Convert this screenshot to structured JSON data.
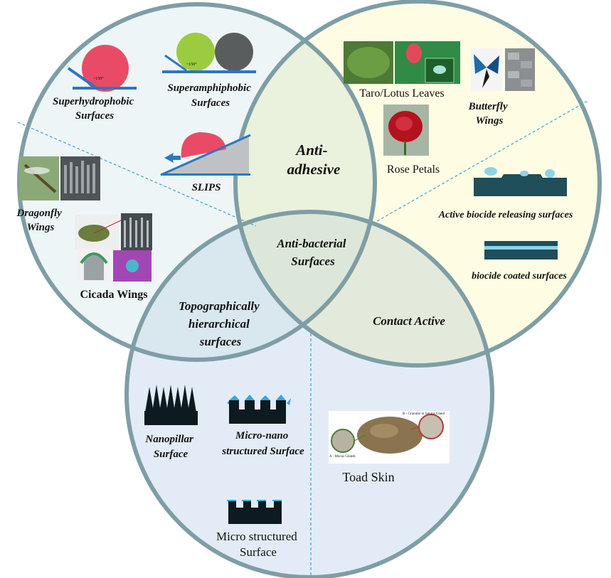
{
  "colors": {
    "circle_outline": "#7e9ea6",
    "left_fill": "#eef5f6",
    "right_fill": "#fefde4",
    "bottom_fill": "#e3ecf6",
    "dashed_line": "#3aa7d6",
    "drop_red": "#e94b66",
    "drop_green": "#9bcc3f",
    "drop_gray": "#5a5d5e",
    "surface_blue": "#2a78c0",
    "dark_teal": "#1e4f5a",
    "light_cyan": "#8ed3e6"
  },
  "labels": {
    "superhydrophobic": [
      "Superhydrophobic",
      "Surfaces"
    ],
    "superamphiphobic": [
      "Superamphiphobic",
      "Surfaces"
    ],
    "slips": "SLIPS",
    "anti_adhesive": [
      "Anti-",
      "adhesive"
    ],
    "taro_lotus": "Taro/Lotus  Leaves",
    "butterfly": [
      "Butterfly",
      "Wings"
    ],
    "rose_petals": "Rose Petals",
    "dragonfly": [
      "Dragonfly",
      "Wings"
    ],
    "cicada": "Cicada Wings",
    "active_biocide": "Active biocide releasing surfaces",
    "biocide_coated": "biocide coated surfaces",
    "anti_bacterial": [
      "Anti-bacterial",
      "Surfaces"
    ],
    "topographically": [
      "Topographically",
      "hierarchical",
      "surfaces"
    ],
    "contact_active": "Contact Active",
    "nanopillar": [
      "Nanopillar",
      "Surface"
    ],
    "micro_nano": [
      "Micro-nano",
      "structured  Surface"
    ],
    "toad_skin": "Toad Skin",
    "micro_structured": [
      "Micro structured",
      "Surface"
    ],
    "angle_150a": "~150°",
    "angle_150b": "~150°",
    "toad_gland_b": "B - Granular or Serous Gland",
    "toad_gland_a": "A - Mucus Glands"
  }
}
